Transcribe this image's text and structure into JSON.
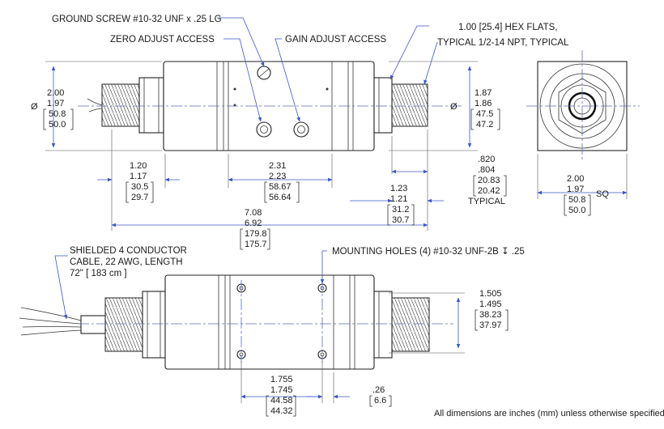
{
  "callouts": {
    "ground_screw": "GROUND SCREW #10-32 UNF x .25 LG",
    "zero_adjust": "ZERO ADJUST ACCESS",
    "gain_adjust": "GAIN ADJUST ACCESS",
    "hex_flats": "1.00 [25.4] HEX FLATS,",
    "npt": "TYPICAL 1/2-14 NPT, TYPICAL",
    "cable_line1": "SHIELDED 4 CONDUCTOR",
    "cable_line2": "CABLE, 22 AWG, LENGTH",
    "cable_line3": "72\" [ 183 cm ]",
    "mounting_holes": "MOUNTING HOLES (4) #10-32 UNF-2B ↧ .25"
  },
  "dims": {
    "body_dia": {
      "symbol": "Ø",
      "max": "2.00",
      "min": "1.97",
      "mm_max": "50.8",
      "mm_min": "50.0"
    },
    "thread_dia": {
      "symbol": "Ø",
      "max": "1.87",
      "min": "1.86",
      "mm_max": "47.5",
      "mm_min": "47.2"
    },
    "left_len": {
      "max": "1.20",
      "min": "1.17",
      "mm_max": "30.5",
      "mm_min": "29.7"
    },
    "mid_len": {
      "max": "2.31",
      "min": "2.23",
      "mm_max": "58.67",
      "mm_min": "56.64"
    },
    "thread_len": {
      "max": ".820",
      "min": ".804",
      "mm_max": "20.83",
      "mm_min": "20.42",
      "note": "TYPICAL"
    },
    "right_len": {
      "max": "1.23",
      "min": "1.21",
      "mm_max": "31.2",
      "mm_min": "30.7"
    },
    "overall_len": {
      "max": "7.08",
      "min": "6.92",
      "mm_max": "179.8",
      "mm_min": "175.7"
    },
    "end_sq": {
      "max": "2.00",
      "min": "1.97",
      "mm_max": "50.8",
      "mm_min": "50.0",
      "suffix": "SQ"
    },
    "flat_height": {
      "max": "1.505",
      "min": "1.495",
      "mm_max": "38.23",
      "mm_min": "37.97"
    },
    "hole_spacing": {
      "max": "1.755",
      "min": "1.745",
      "mm_max": "44.58",
      "mm_min": "44.32"
    },
    "hole_offset": {
      "max": ".26",
      "mm_max": "6.6"
    }
  },
  "footer": "All dimensions are inches (mm) unless otherwise specified."
}
